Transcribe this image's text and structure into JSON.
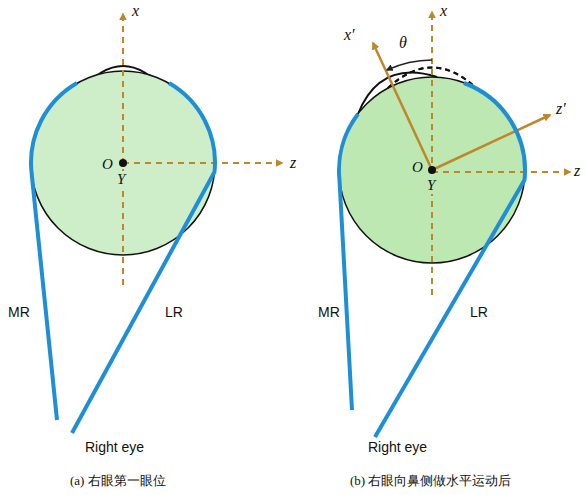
{
  "diagram": {
    "labels": [
      "x",
      "O",
      "Y",
      "z",
      "MR",
      "LR",
      "Right eye",
      "(a) 右眼第一眼位",
      "x",
      "x′",
      "θ",
      "z′",
      "O",
      "Y",
      "z",
      "MR",
      "LR",
      "Right eye",
      "(b) 右眼向鼻侧做水平运动后"
    ]
  }
}
